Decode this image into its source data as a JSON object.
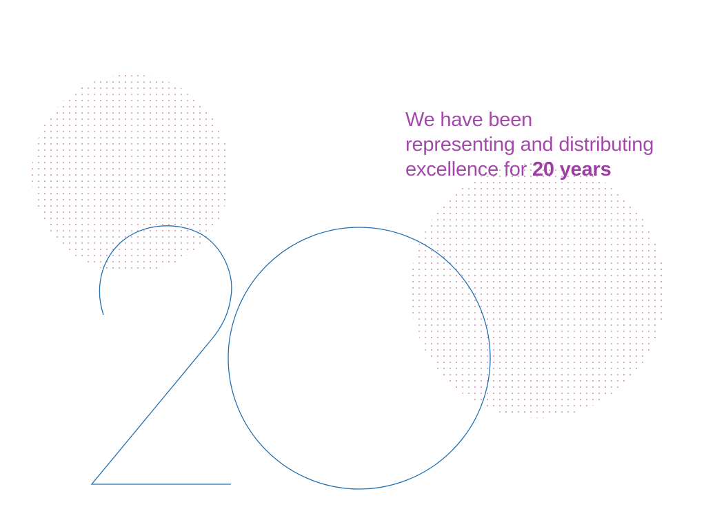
{
  "tagline": {
    "line1": "We have been",
    "line2": "representing and distributing",
    "line3_prefix": "excellence for ",
    "line3_highlight": "20 years"
  },
  "graphic": {
    "numeral": "20",
    "numeral_color": "#1f6fb2",
    "dot_color": "#c0508f",
    "text_color": "#a24aa7"
  }
}
